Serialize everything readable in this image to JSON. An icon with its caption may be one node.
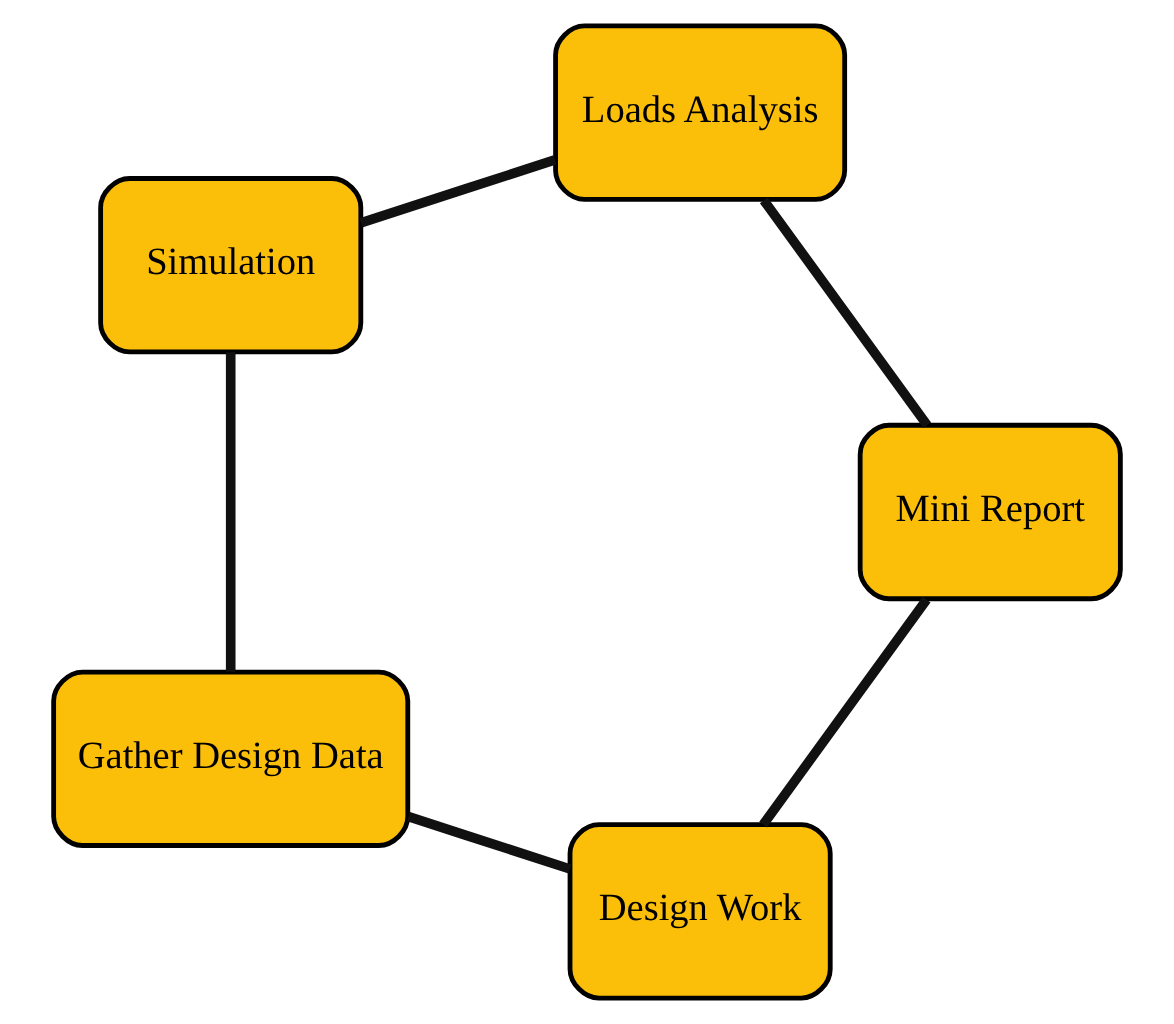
{
  "diagram": {
    "nodes": [
      {
        "text": [
          "Design Work"
        ]
      },
      {
        "text": [
          "Gather Design Data"
        ]
      },
      {
        "text": [
          "Simulation"
        ]
      },
      {
        "text": [
          "Loads Analysis"
        ]
      },
      {
        "text": [
          "Mini Report"
        ]
      }
    ],
    "edges": [
      {
        "from": 0,
        "to": 1,
        "arrow": "none"
      },
      {
        "from": 1,
        "to": 2,
        "arrow": "none"
      },
      {
        "from": 2,
        "to": 3,
        "arrow": "none"
      },
      {
        "from": 3,
        "to": 4,
        "arrow": "none"
      },
      {
        "from": 4,
        "to": 0,
        "arrow": "none"
      }
    ]
  }
}
